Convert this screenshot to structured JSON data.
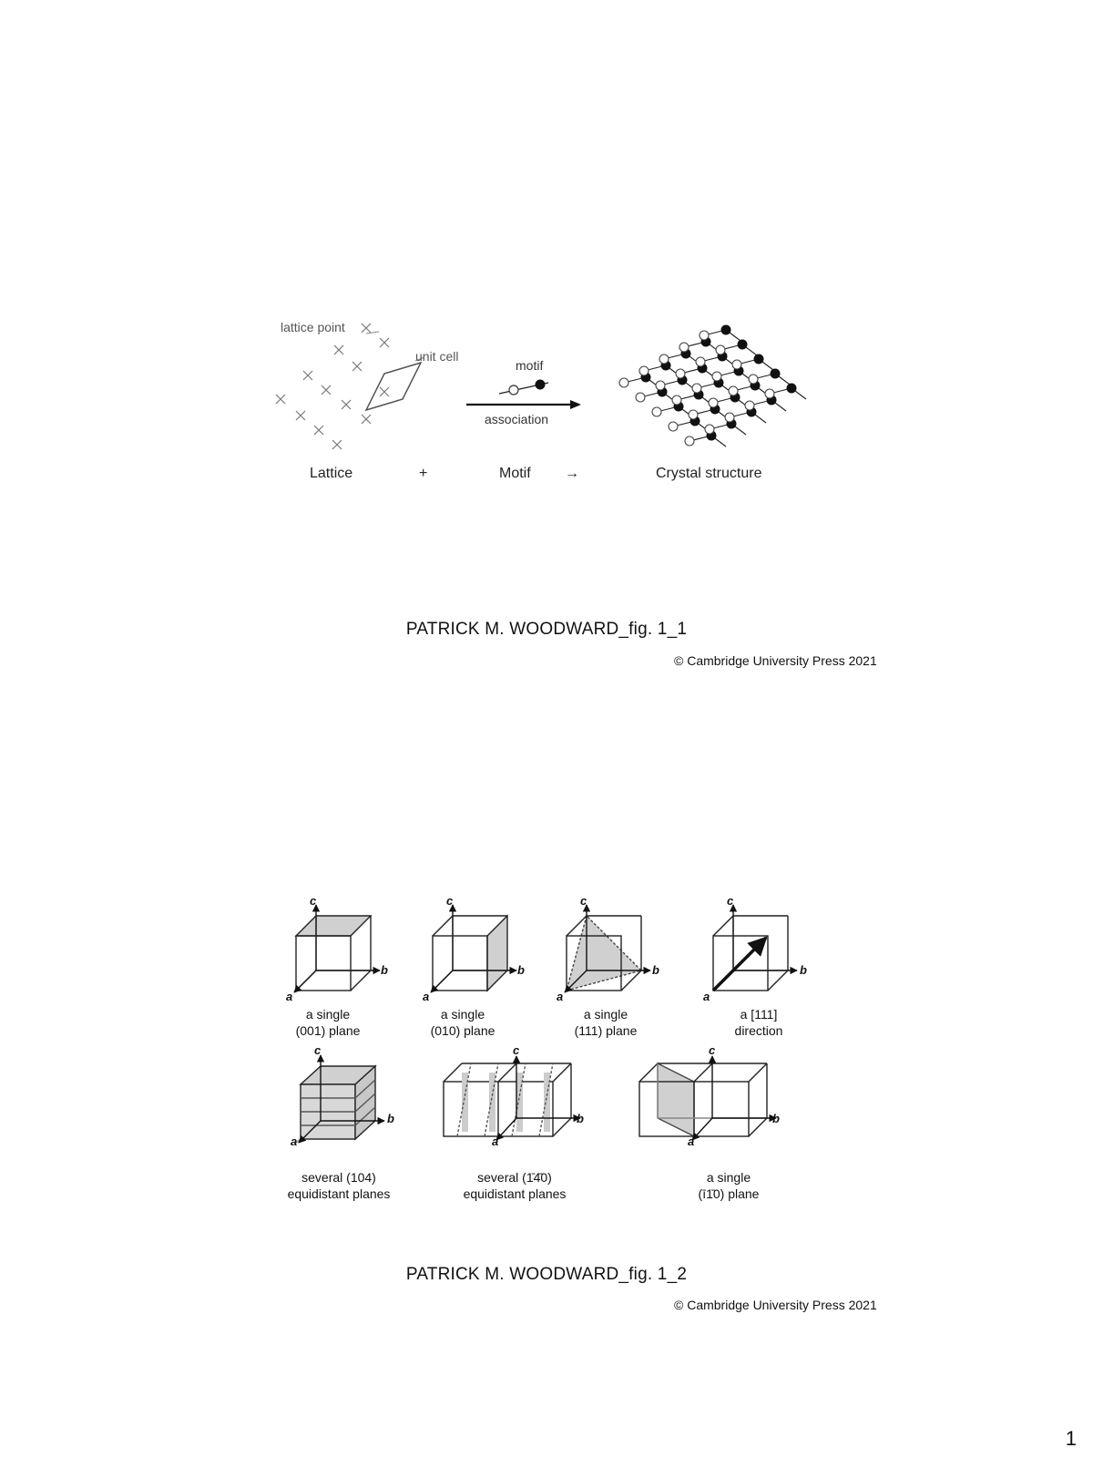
{
  "figure1": {
    "labels": {
      "lattice_point": "lattice point",
      "unit_cell": "unit cell",
      "motif_small": "motif",
      "association": "association",
      "lattice": "Lattice",
      "plus": "+",
      "motif": "Motif",
      "arrow": "→",
      "crystal_structure": "Crystal structure"
    },
    "caption": "PATRICK M. WOODWARD_fig. 1_1",
    "copyright": "© Cambridge University Press 2021"
  },
  "figure2": {
    "axis_labels": {
      "a": "a",
      "b": "b",
      "c": "c"
    },
    "panels": [
      {
        "line1": "a single",
        "line2": "(001) plane"
      },
      {
        "line1": "a single",
        "line2": "(010) plane"
      },
      {
        "line1": "a single",
        "line2": "(111) plane"
      },
      {
        "line1": "a [111]",
        "line2": "direction"
      },
      {
        "line1": "several (104)",
        "line2": "equidistant planes"
      },
      {
        "line1": "several (1̄4̄0)",
        "line2": "equidistant planes"
      },
      {
        "line1": "a single",
        "line2": "(ī1̄0) plane"
      }
    ],
    "caption": "PATRICK M. WOODWARD_fig. 1_2",
    "copyright": "© Cambridge University Press 2021"
  },
  "page_number": "1"
}
